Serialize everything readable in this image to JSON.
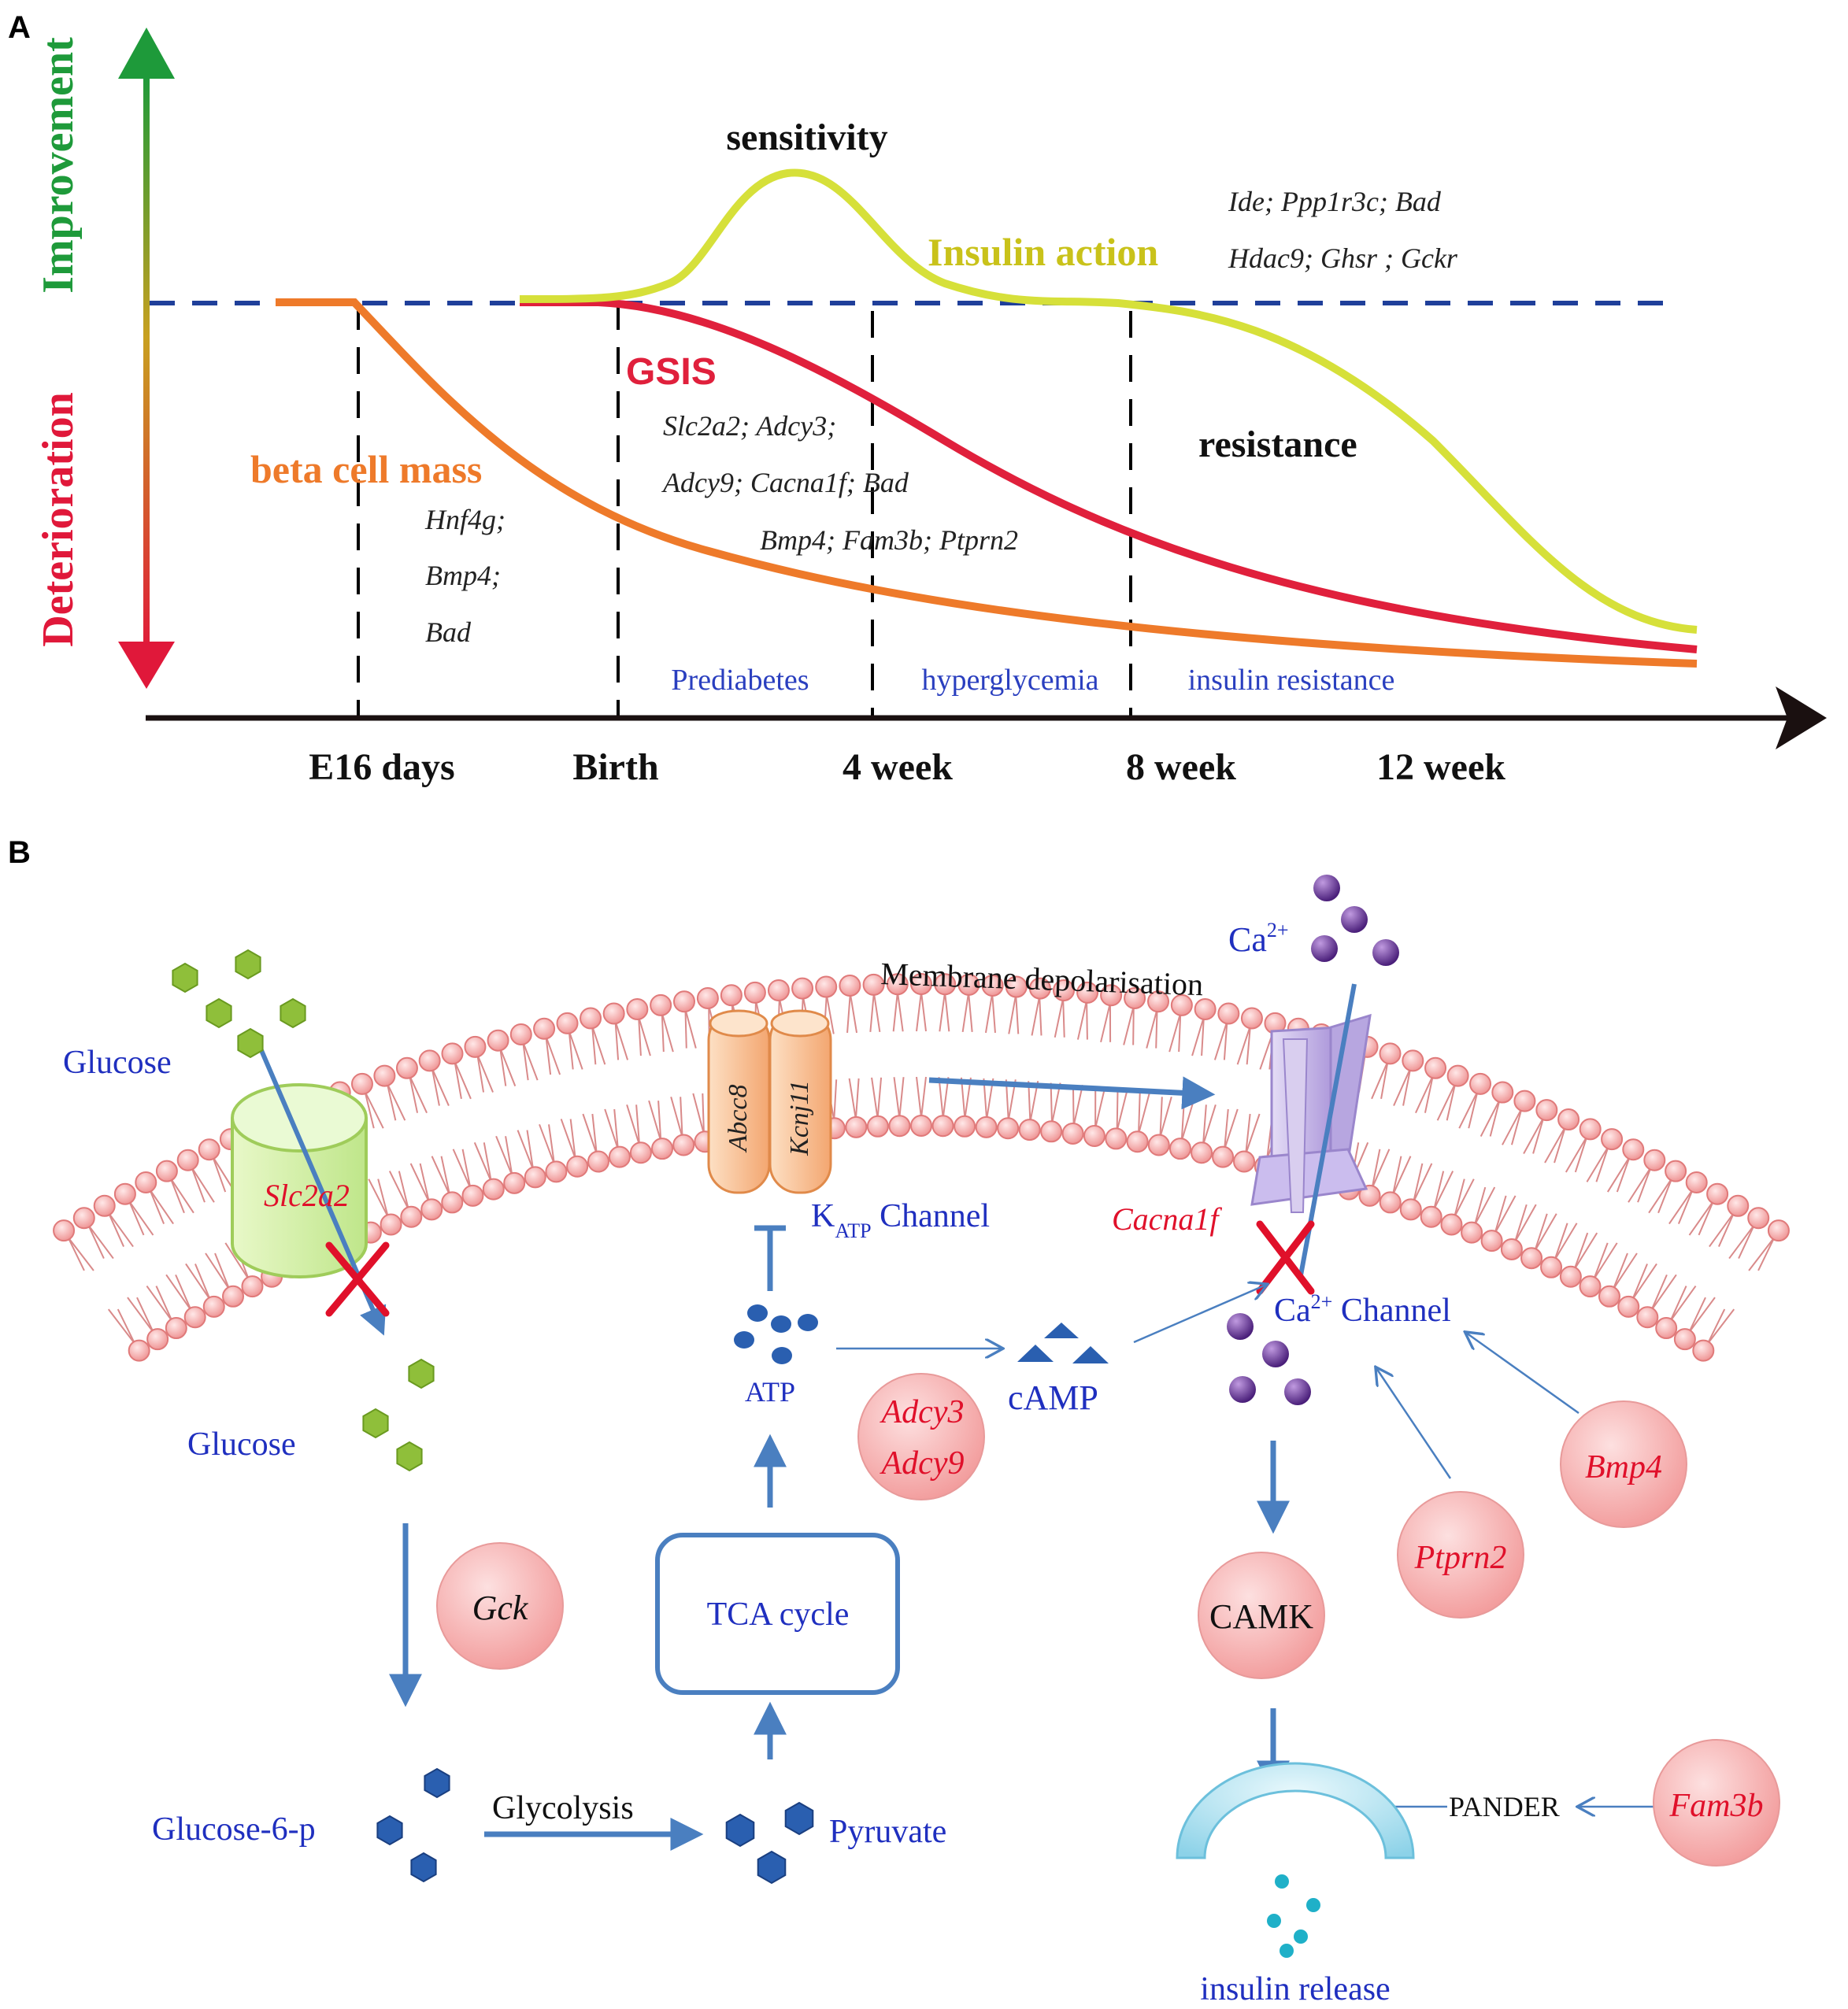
{
  "panel_a": {
    "label": "A",
    "axis_up": "Improvement",
    "axis_down": "Deterioration",
    "curve_labels": {
      "sensitivity": "sensitivity",
      "insulin_action": "Insulin action",
      "gsis": "GSIS",
      "beta_cell_mass": "beta cell mass",
      "resistance": "resistance"
    },
    "gene_lists": {
      "insulin_action_1": "Ide; Ppp1r3c; Bad",
      "insulin_action_2": "Hdac9; Ghsr ; Gckr",
      "gsis_1": "Slc2a2; Adcy3;",
      "gsis_2": "Adcy9; Cacna1f; Bad",
      "gsis_3": "Bmp4; Fam3b; Ptprn2",
      "beta_1": "Hnf4g;",
      "beta_2": "Bmp4;",
      "beta_3": "Bad"
    },
    "stages": [
      "Prediabetes",
      "hyperglycemia",
      "insulin resistance"
    ],
    "timepoints": [
      "E16 days",
      "Birth",
      "4 week",
      "8 week",
      "12 week"
    ],
    "colors": {
      "improvement": "#1e9a3a",
      "deterioration": "#e0183a",
      "sensitivity_curve": "#d6e03a",
      "gsis_curve": "#e0203c",
      "beta_curve": "#ee7a2a",
      "baseline": "#1f3f9a",
      "stage_text": "#2a3fbf"
    }
  },
  "panel_b": {
    "label": "B",
    "labels": {
      "glucose_out": "Glucose",
      "slc2a2": "Slc2a2",
      "glucose_in": "Glucose",
      "gck": "Gck",
      "glucose6p": "Glucose-6-p",
      "glycolysis": "Glycolysis",
      "pyruvate": "Pyruvate",
      "tca": "TCA cycle",
      "atp": "ATP",
      "abcc8": "Abcc8",
      "kcnj11": "Kcnj11",
      "katp_k": "K",
      "katp_sub": "ATP",
      "katp_rest": " Channel",
      "membrane_depol": "Membrane depolarisation",
      "adcy3": "Adcy3",
      "adcy9": "Adcy9",
      "camp": "cAMP",
      "ca_top": "Ca",
      "ca_sup": "2+",
      "cacna1f": "Cacna1f",
      "ca_channel_ca": "Ca",
      "ca_channel_sup": "2+",
      "ca_channel_rest": " Channel",
      "camk": "CAMK",
      "bmp4": "Bmp4",
      "ptprn2": "Ptprn2",
      "fam3b": "Fam3b",
      "pander": "PANDER",
      "insulin_release": "insulin release"
    },
    "colors": {
      "text_blue": "#1f2fbf",
      "gene_red": "#e0102a",
      "lipid_head": "#f5a0a0",
      "arrow": "#4a7fc0",
      "gene_circle": "#f7b0b0",
      "slc2a2_fill": "#d8f2a8",
      "katp_fill": "#f8c49a",
      "ca_channel_fill": "#c8b8e8",
      "glucose_green": "#8fbf3a",
      "g6p_blue": "#2a5fb0",
      "ca_purple": "#6a3a9a",
      "vesicle": "#a8e0f0"
    }
  }
}
